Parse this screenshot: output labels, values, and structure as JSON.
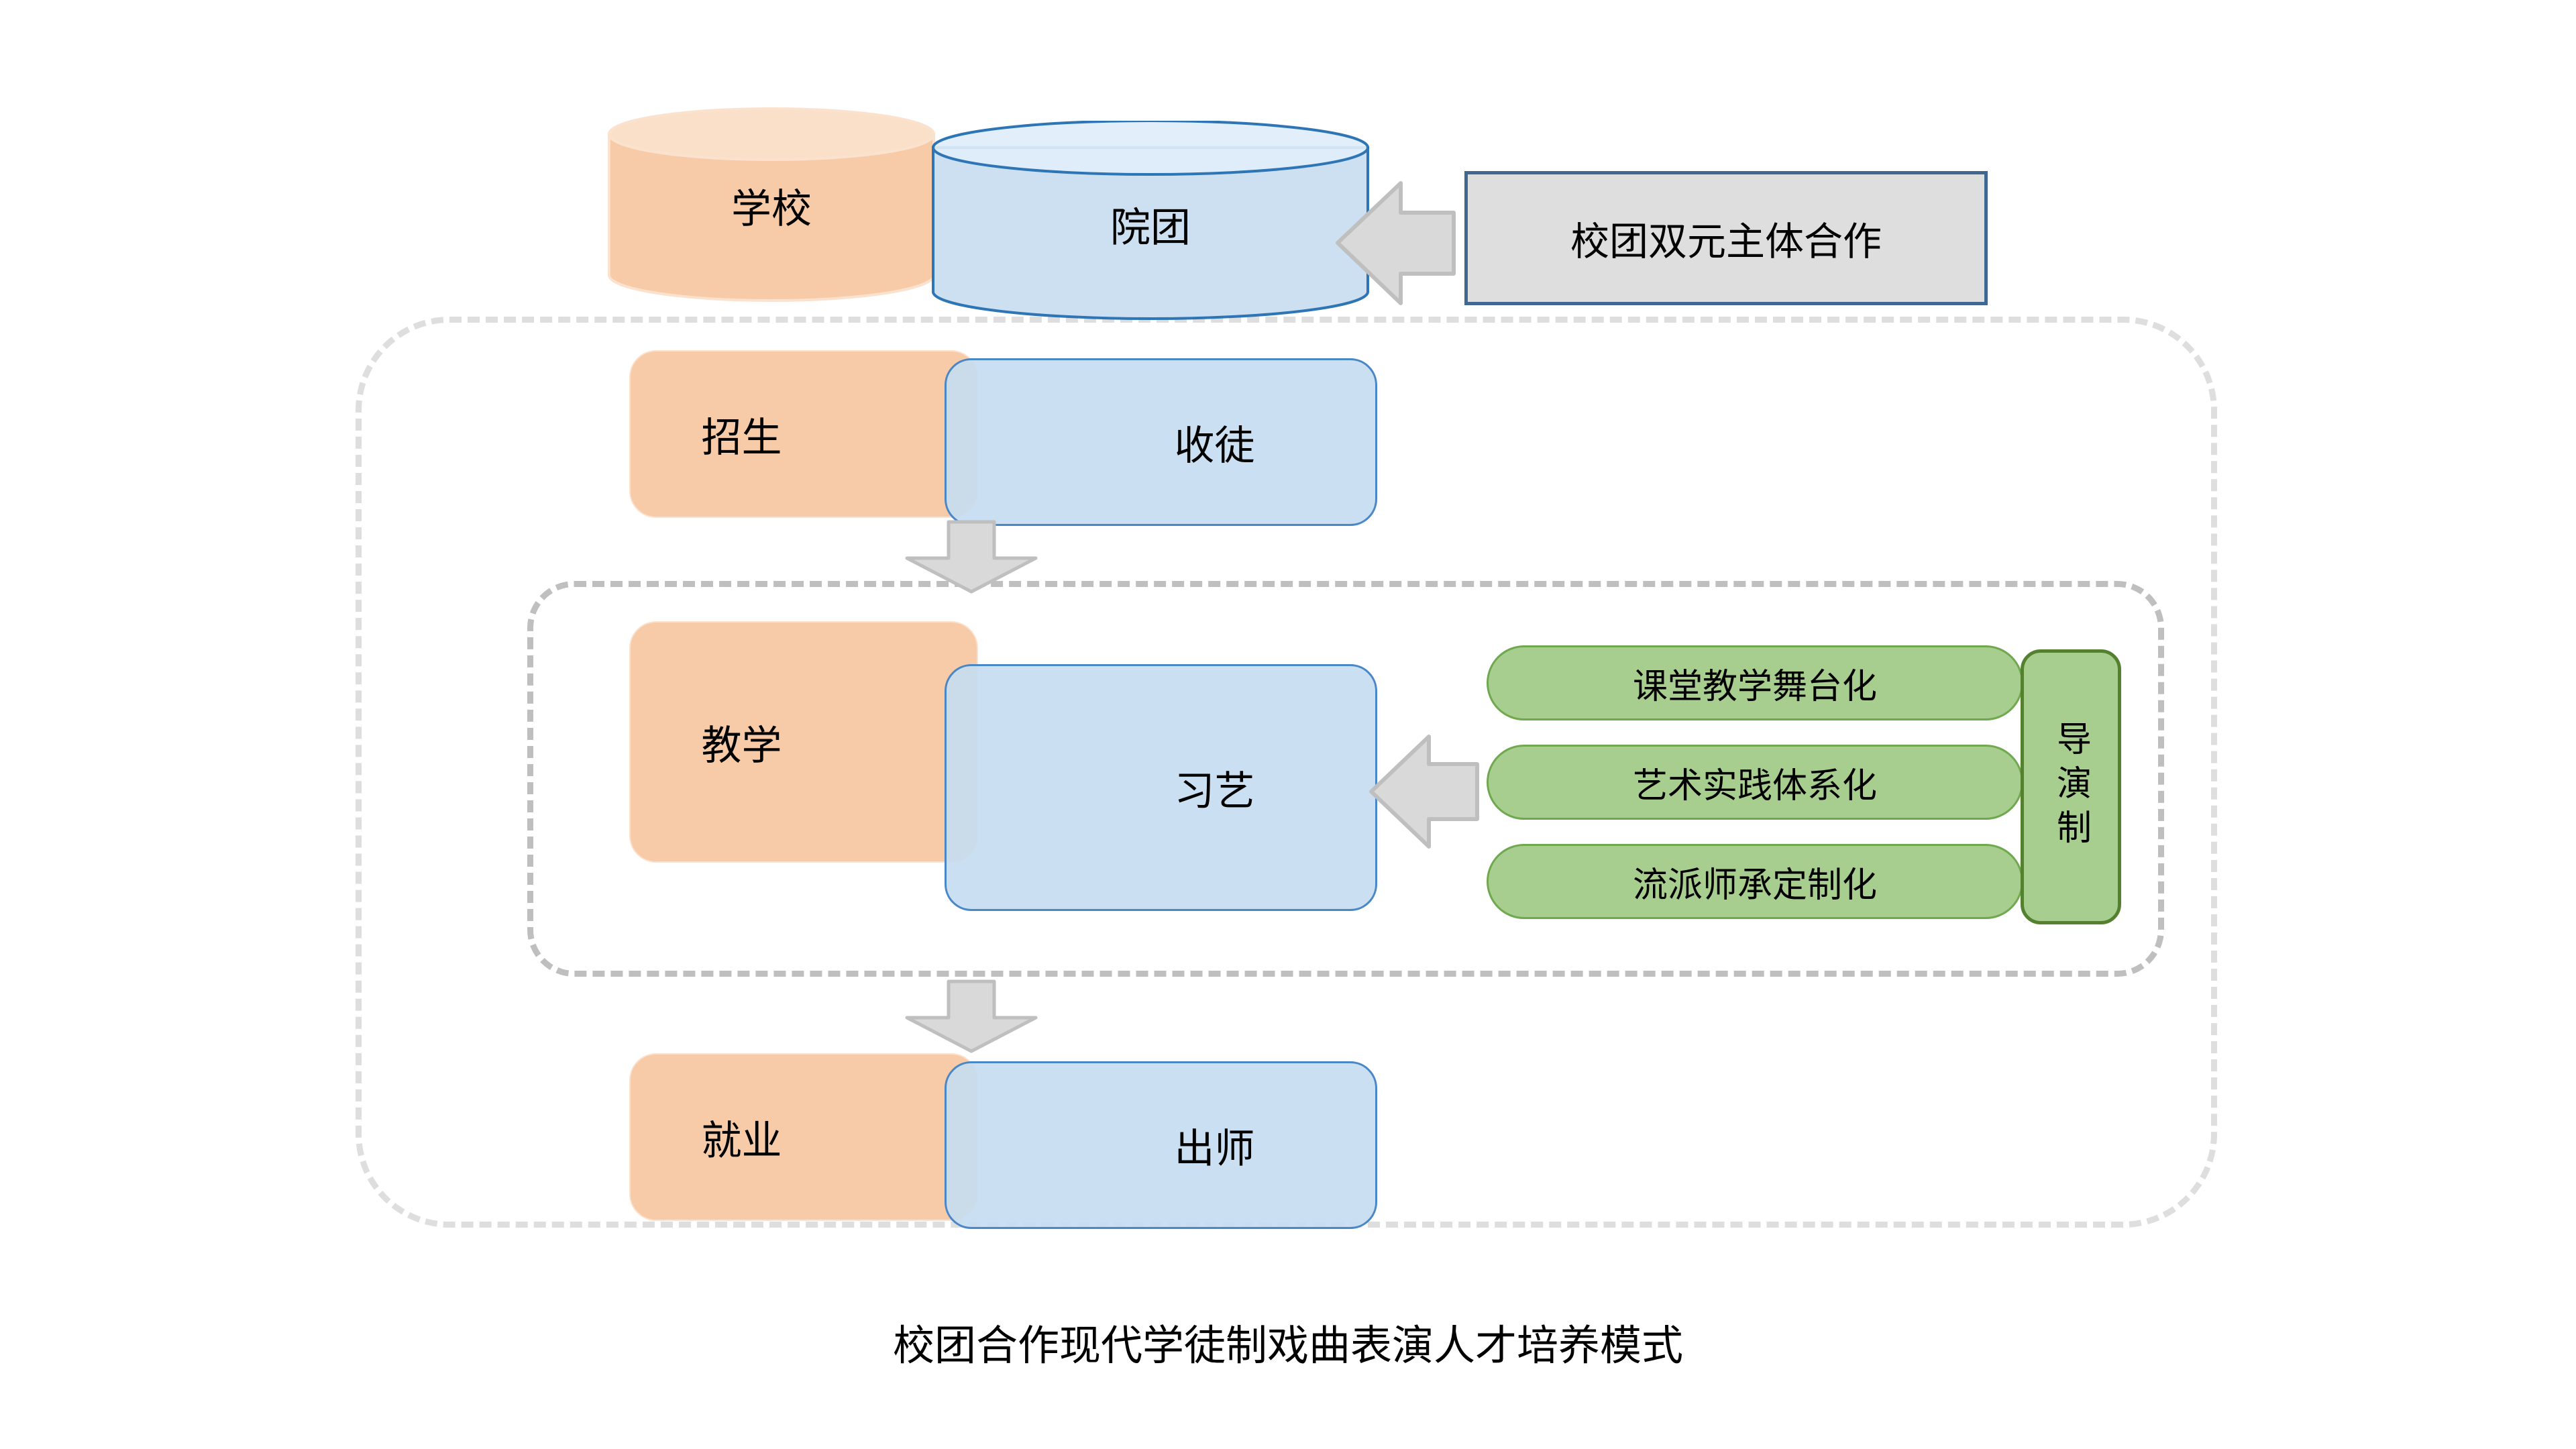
{
  "diagram": {
    "caption": "校团合作现代学徒制戏曲表演人才培养模式",
    "callout": {
      "label": "校团双元主体合作"
    },
    "colors": {
      "school_orange": "#F7CBA8",
      "troupe_blue": "#C6DCF0",
      "overlap_blue_gray": "#C4D2E2",
      "green": "#A7CE8F",
      "green_border": "#6FA84E",
      "green_border_dark": "#53812F",
      "arrow_fill": "#D9D9D9",
      "arrow_stroke": "#BFBFBF",
      "callout_fill": "#DEDEDE",
      "callout_border": "#40678F",
      "dashed_outer": "#DEDEDE",
      "dashed_inner": "#BFBFBF",
      "blue_border": "#4A87C7"
    },
    "rows": [
      {
        "id": "actors",
        "school_label": "学校",
        "troupe_label": "院团",
        "shape": "cylinder"
      },
      {
        "id": "enrollment",
        "school_label": "招生",
        "troupe_label": "收徒",
        "shape": "rounded-rect"
      },
      {
        "id": "teaching",
        "school_label": "教学",
        "troupe_label": "习艺",
        "shape": "rounded-rect"
      },
      {
        "id": "employment",
        "school_label": "就业",
        "troupe_label": "出师",
        "shape": "rounded-rect"
      }
    ],
    "pills": [
      {
        "label": "课堂教学舞台化"
      },
      {
        "label": "艺术实践体系化"
      },
      {
        "label": "流派师承定制化"
      }
    ],
    "vertical_box": {
      "label": "导演制"
    },
    "arrows": [
      {
        "id": "callout-to-troupe",
        "direction": "left"
      },
      {
        "id": "enrollment-to-teaching",
        "direction": "down"
      },
      {
        "id": "pills-to-practice",
        "direction": "left"
      },
      {
        "id": "teaching-to-employment",
        "direction": "down"
      }
    ]
  }
}
